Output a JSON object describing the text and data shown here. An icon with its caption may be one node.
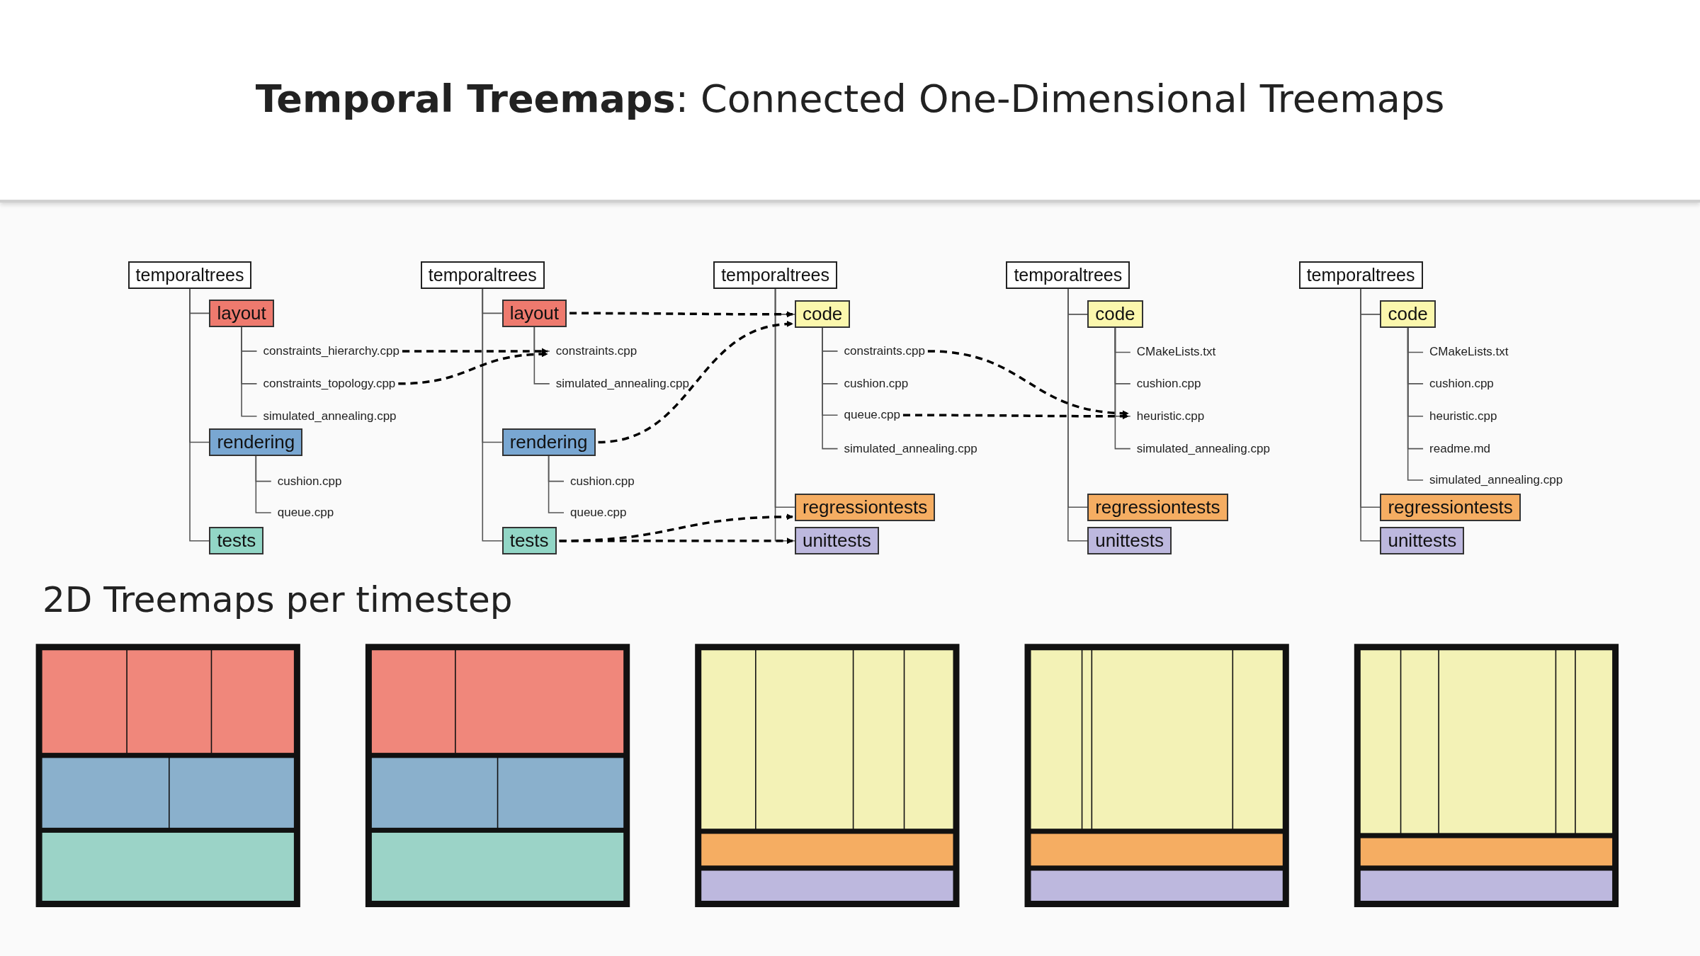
{
  "diagram": {
    "title": "**Temporal Treemaps**: Connected One-Dimensional Treemaps",
    "nodes": [
      {
        "text": [
          "temporaltrees"
        ]
      },
      {
        "text": [
          "layout"
        ]
      },
      {
        "text": [
          "constraints_hierarchy.cpp"
        ]
      },
      {
        "text": [
          "constraints_topology.cpp"
        ]
      },
      {
        "text": [
          "simulated_annealing.cpp"
        ]
      },
      {
        "text": [
          "rendering"
        ]
      },
      {
        "text": [
          "cushion.cpp"
        ]
      },
      {
        "text": [
          "queue.cpp"
        ]
      },
      {
        "text": [
          "tests"
        ]
      },
      {
        "text": [
          "temporaltrees"
        ]
      },
      {
        "text": [
          "layout"
        ]
      },
      {
        "text": [
          "constraints.cpp"
        ]
      },
      {
        "text": [
          "simulated_annealing.cpp"
        ]
      },
      {
        "text": [
          "rendering"
        ]
      },
      {
        "text": [
          "cushion.cpp"
        ]
      },
      {
        "text": [
          "queue.cpp"
        ]
      },
      {
        "text": [
          "tests"
        ]
      },
      {
        "text": [
          "temporaltrees"
        ]
      },
      {
        "text": [
          "code"
        ]
      },
      {
        "text": [
          "constraints.cpp"
        ]
      },
      {
        "text": [
          "cushion.cpp"
        ]
      },
      {
        "text": [
          "queue.cpp"
        ]
      },
      {
        "text": [
          "simulated_annealing.cpp"
        ]
      },
      {
        "text": [
          "regressiontests"
        ]
      },
      {
        "text": [
          "unittests"
        ]
      },
      {
        "text": [
          "temporaltrees"
        ]
      },
      {
        "text": [
          "code"
        ]
      },
      {
        "text": [
          "CMakeLists.txt"
        ]
      },
      {
        "text": [
          "cushion.cpp"
        ]
      },
      {
        "text": [
          "heuristic.cpp"
        ]
      },
      {
        "text": [
          "simulated_annealing.cpp"
        ]
      },
      {
        "text": [
          "regressiontests"
        ]
      },
      {
        "text": [
          "unittests"
        ]
      },
      {
        "text": [
          "temporaltrees"
        ]
      },
      {
        "text": [
          "code"
        ]
      },
      {
        "text": [
          "CMakeLists.txt"
        ]
      },
      {
        "text": [
          "cushion.cpp"
        ]
      },
      {
        "text": [
          "heuristic.cpp"
        ]
      },
      {
        "text": [
          "readme.md"
        ]
      },
      {
        "text": [
          "simulated_annealing.cpp"
        ]
      },
      {
        "text": [
          "regressiontests"
        ]
      },
      {
        "text": [
          "unittests"
        ]
      }
    ],
    "edges": [
      {
        "from": 0,
        "to": 1,
        "arrow": "none"
      },
      {
        "from": 1,
        "to": 2,
        "arrow": "none"
      },
      {
        "from": 1,
        "to": 3,
        "arrow": "none"
      },
      {
        "from": 1,
        "to": 4,
        "arrow": "none"
      },
      {
        "from": 0,
        "to": 5,
        "arrow": "none"
      },
      {
        "from": 5,
        "to": 6,
        "arrow": "none"
      },
      {
        "from": 5,
        "to": 7,
        "arrow": "none"
      },
      {
        "from": 0,
        "to": 8,
        "arrow": "none"
      },
      {
        "from": 9,
        "to": 10,
        "arrow": "none"
      },
      {
        "from": 10,
        "to": 11,
        "arrow": "none"
      },
      {
        "from": 10,
        "to": 12,
        "arrow": "none"
      },
      {
        "from": 9,
        "to": 13,
        "arrow": "none"
      },
      {
        "from": 13,
        "to": 14,
        "arrow": "none"
      },
      {
        "from": 13,
        "to": 15,
        "arrow": "none"
      },
      {
        "from": 9,
        "to": 16,
        "arrow": "none"
      },
      {
        "from": 17,
        "to": 18,
        "arrow": "none"
      },
      {
        "from": 18,
        "to": 19,
        "arrow": "none"
      },
      {
        "from": 18,
        "to": 20,
        "arrow": "none"
      },
      {
        "from": 18,
        "to": 21,
        "arrow": "none"
      },
      {
        "from": 18,
        "to": 22,
        "arrow": "none"
      },
      {
        "from": 17,
        "to": 23,
        "arrow": "none"
      },
      {
        "from": 17,
        "to": 24,
        "arrow": "none"
      },
      {
        "from": 25,
        "to": 26,
        "arrow": "none"
      },
      {
        "from": 26,
        "to": 27,
        "arrow": "none"
      },
      {
        "from": 26,
        "to": 28,
        "arrow": "none"
      },
      {
        "from": 26,
        "to": 29,
        "arrow": "none"
      },
      {
        "from": 26,
        "to": 30,
        "arrow": "none"
      },
      {
        "from": 25,
        "to": 31,
        "arrow": "none"
      },
      {
        "from": 25,
        "to": 32,
        "arrow": "none"
      },
      {
        "from": 33,
        "to": 34,
        "arrow": "none"
      },
      {
        "from": 34,
        "to": 35,
        "arrow": "none"
      },
      {
        "from": 34,
        "to": 36,
        "arrow": "none"
      },
      {
        "from": 34,
        "to": 37,
        "arrow": "none"
      },
      {
        "from": 34,
        "to": 38,
        "arrow": "none"
      },
      {
        "from": 34,
        "to": 39,
        "arrow": "none"
      },
      {
        "from": 33,
        "to": 40,
        "arrow": "none"
      },
      {
        "from": 33,
        "to": 41,
        "arrow": "none"
      },
      {
        "from": 2,
        "to": 11,
        "arrow": "to",
        "style": "dashed",
        "color": "#000000"
      },
      {
        "from": 3,
        "to": 11,
        "arrow": "to",
        "style": "dashed",
        "color": "#000000"
      },
      {
        "from": 10,
        "to": 18,
        "arrow": "to",
        "style": "dashed",
        "color": "#000000"
      },
      {
        "from": 13,
        "to": 18,
        "arrow": "to",
        "style": "dashed",
        "color": "#000000"
      },
      {
        "from": 16,
        "to": 23,
        "arrow": "to",
        "style": "dashed",
        "color": "#000000"
      },
      {
        "from": 16,
        "to": 24,
        "arrow": "to",
        "style": "dashed",
        "color": "#000000"
      },
      {
        "from": 19,
        "to": 29,
        "arrow": "to",
        "style": "dashed",
        "color": "#000000"
      },
      {
        "from": 21,
        "to": 29,
        "arrow": "to",
        "style": "dashed",
        "color": "#000000"
      }
    ],
    "labels": [
      "2D Treemaps per timestep"
    ]
  }
}
